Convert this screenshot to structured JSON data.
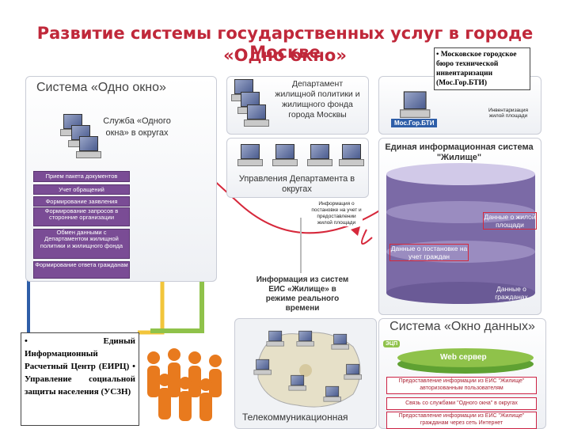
{
  "title": {
    "line1": "Развитие системы государственных услуг в городе Москве",
    "line2": "«Одно окно»"
  },
  "note_top": "• Московское городское бюро технической инвентаризации (Мос.Гор.БТИ)",
  "note_bottom": "• Единый Информационный Расчетный Центр (ЕИРЦ) • Управление социальной защиты населения (УСЗН)",
  "system_one_window": "Система «Одно окно»",
  "service_label": "Служба «Одного окна» в округах",
  "department_label": "Департамент жилищной политики и жилищного фонда города Москвы",
  "department_uprav": "Управления Департамента в округах",
  "mosgorbti": "Мос.Гор.БТИ",
  "inventory_note": "Инвентаризация жилой площади",
  "eis_title": "Единая информационная система \"Жилище\"",
  "info_note": "Информация о постановке на учет и предоставлении жилой площади",
  "info_eis": "Информация из систем ЕИС «Жилище» в режиме реального времени",
  "data_housing": "Данные о жилой площади",
  "data_queue": "Данные о постановке на учет граждан",
  "data_citizens": "Данные о гражданах",
  "system_data_window": "Система «Окно данных»",
  "eds": "ЭЦП",
  "web_server": "Web сервер",
  "telecom": "Телекоммуникационная",
  "services": [
    "Прием пакета документов",
    "Учет обращений",
    "Формирование заявления",
    "Формирование запросов в сторонние организации",
    "Обмен данными с Департаментом жилищной политики и жилищного фонда",
    "Формирование ответа гражданам"
  ],
  "data_window_items": [
    "Предоставление информации из ЕИС \"Жилище\" авторизованным пользователям",
    "Связь со службами \"Одного окна\" в округах",
    "Предоставление информации из ЕИС \"Жилище\" гражданам через сеть Интернет"
  ],
  "colors": {
    "title": "#c0283a",
    "purple": "#7a4c95",
    "green": "#8fc24a",
    "yellow": "#f2c53b",
    "red": "#d6283b",
    "blue": "#2e5ea8",
    "cyl": "#7b6aa6"
  }
}
